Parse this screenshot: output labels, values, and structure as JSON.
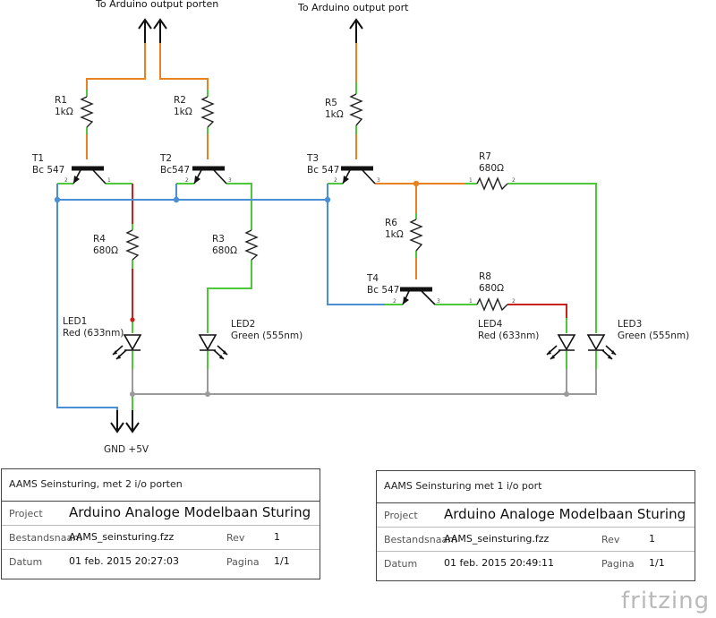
{
  "schematic": {
    "top_labels": {
      "left": "To Arduino output porten",
      "right": "To Arduino output port"
    },
    "bottom_label": "GND +5V",
    "components": {
      "R1": {
        "name": "R1",
        "value": "1kΩ"
      },
      "R2": {
        "name": "R2",
        "value": "1kΩ"
      },
      "R3": {
        "name": "R3",
        "value": "680Ω"
      },
      "R4": {
        "name": "R4",
        "value": "680Ω"
      },
      "R5": {
        "name": "R5",
        "value": "1kΩ"
      },
      "R6": {
        "name": "R6",
        "value": "1kΩ"
      },
      "R7": {
        "name": "R7",
        "value": "680Ω"
      },
      "R8": {
        "name": "R8",
        "value": "680Ω"
      },
      "T1": {
        "name": "T1",
        "value": "Bc 547"
      },
      "T2": {
        "name": "T2",
        "value": "Bc547"
      },
      "T3": {
        "name": "T3",
        "value": "Bc 547"
      },
      "T4": {
        "name": "T4",
        "value": "Bc 547"
      },
      "LED1": {
        "name": "LED1",
        "value": "Red (633nm)"
      },
      "LED2": {
        "name": "LED2",
        "value": "Green (555nm)"
      },
      "LED3": {
        "name": "LED3",
        "value": "Green (555nm)"
      },
      "LED4": {
        "name": "LED4",
        "value": "Red (633nm)"
      }
    },
    "pin_numbers": {
      "one": "1",
      "two": "2",
      "three": "3"
    },
    "wire_colors": {
      "orange": "#e8821e",
      "green": "#4cc83a",
      "red": "#c8201a",
      "blue": "#4a8fd6",
      "gray": "#9a9a9a"
    }
  },
  "title_blocks": [
    {
      "title": "AAMS Seinsturing, met 2 i/o porten",
      "project_label": "Project",
      "project_value": "Arduino Analoge Modelbaan Sturing",
      "file_label": "Bestandsnaam",
      "file_value": "AAMS_seinsturing.fzz",
      "rev_label": "Rev",
      "rev_value": "1",
      "date_label": "Datum",
      "date_value": "01 feb. 2015 20:27:03",
      "page_label": "Pagina",
      "page_value": "1/1"
    },
    {
      "title": "AAMS Seinsturing met 1 i/o port",
      "project_label": "Project",
      "project_value": "Arduino Analoge Modelbaan Sturing",
      "file_label": "Bestandsnaam",
      "file_value": "AAMS_seinsturing.fzz",
      "rev_label": "Rev",
      "rev_value": "1",
      "date_label": "Datum",
      "date_value": "01 feb. 2015 20:49:11",
      "page_label": "Pagina",
      "page_value": "1/1"
    }
  ],
  "logo": "fritzing"
}
